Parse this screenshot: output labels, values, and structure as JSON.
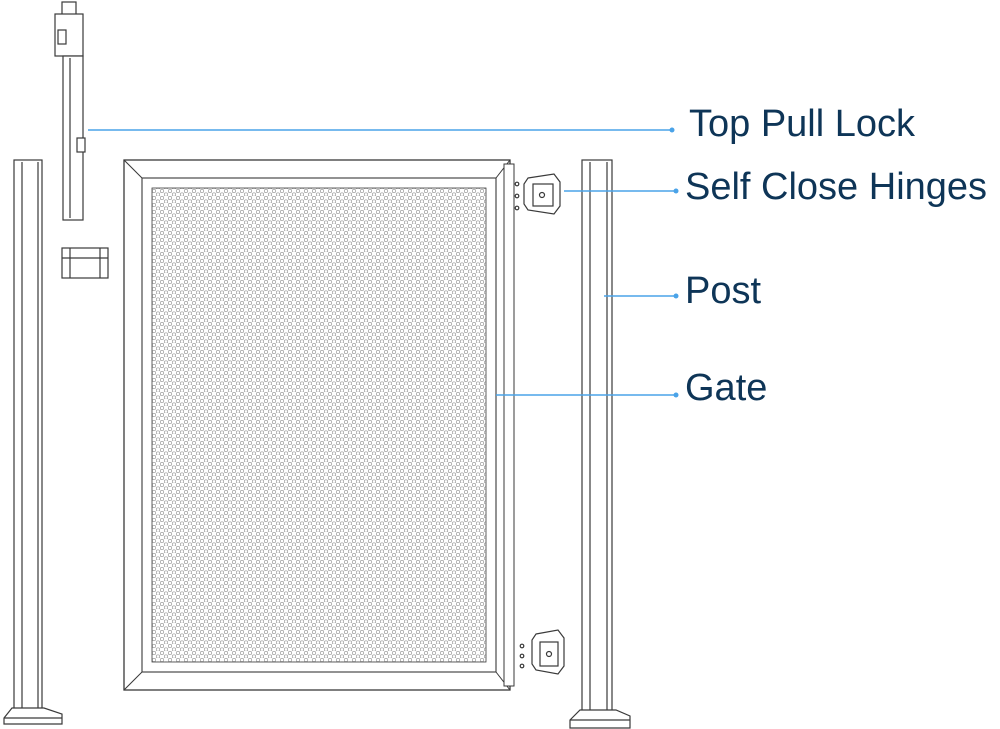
{
  "labels": {
    "top_pull_lock": "Top Pull Lock",
    "self_close_hinges": "Self Close Hinges",
    "post": "Post",
    "gate": "Gate"
  },
  "colors": {
    "leader_line": "#4aa3e8",
    "label_text": "#0e3557",
    "outline": "#3a3a3a",
    "mesh": "#9a9a9a"
  }
}
